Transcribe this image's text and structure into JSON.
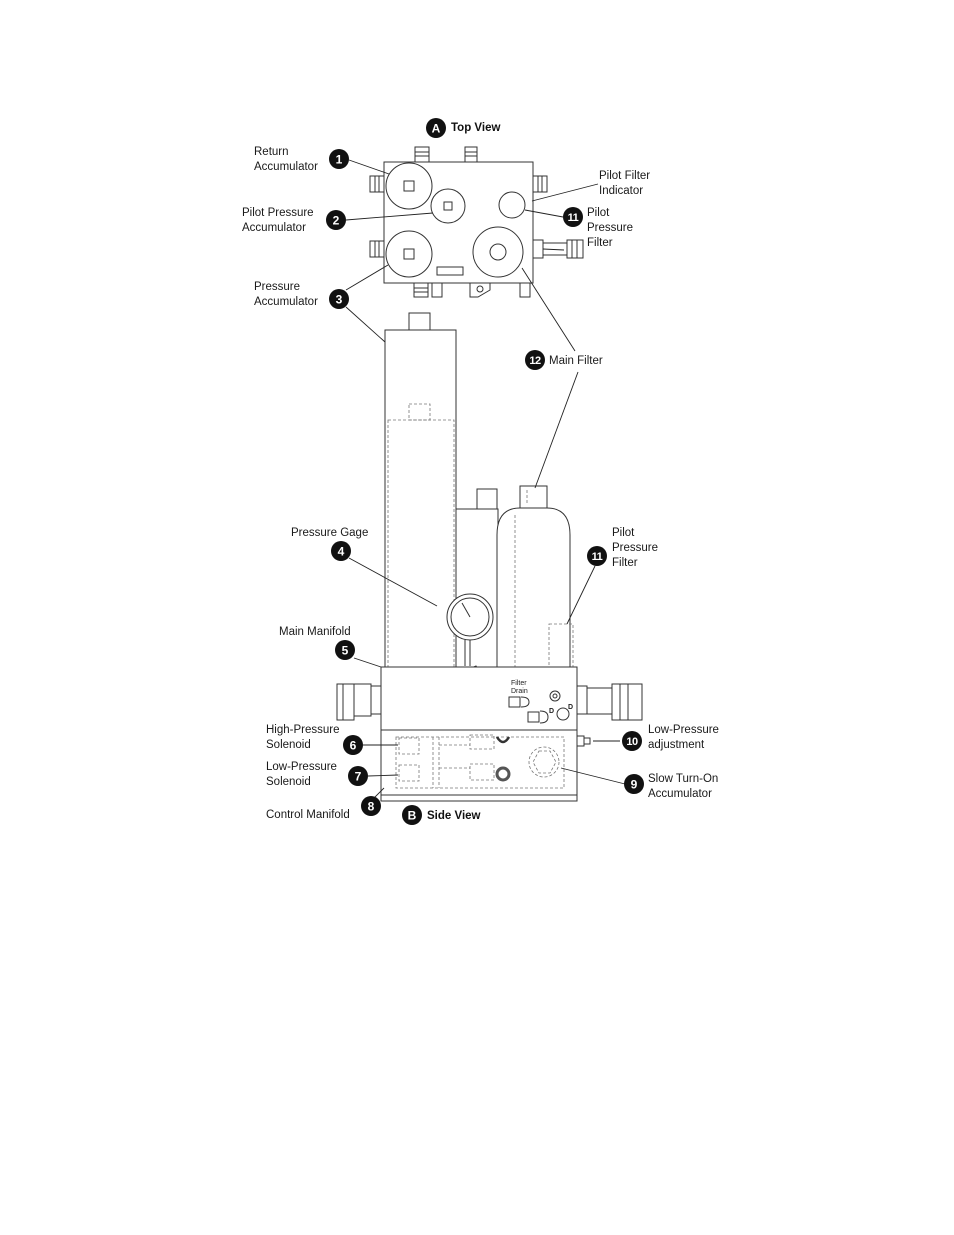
{
  "views": {
    "top": {
      "letter": "A",
      "title": "Top View"
    },
    "side": {
      "letter": "B",
      "title": "Side View"
    }
  },
  "callouts": [
    {
      "number": "1",
      "lines": [
        "Return",
        "Accumulator"
      ]
    },
    {
      "number": "2",
      "lines": [
        "Pilot Pressure",
        "Accumulator"
      ]
    },
    {
      "number": "3",
      "lines": [
        "Pressure",
        "Accumulator"
      ]
    },
    {
      "number": "4",
      "lines": [
        "Pressure Gage"
      ]
    },
    {
      "number": "5",
      "lines": [
        "Main Manifold"
      ]
    },
    {
      "number": "6",
      "lines": [
        "High-Pressure",
        "Solenoid"
      ]
    },
    {
      "number": "7",
      "lines": [
        "Low-Pressure",
        "Solenoid"
      ]
    },
    {
      "number": "8",
      "lines": [
        "Control Manifold"
      ]
    },
    {
      "number": "9",
      "lines": [
        "Slow Turn-On",
        "Accumulator"
      ]
    },
    {
      "number": "10",
      "lines": [
        "Low-Pressure",
        "adjustment"
      ]
    },
    {
      "number": "11",
      "lines": [
        "Pilot",
        "Pressure",
        "Filter"
      ]
    },
    {
      "number": "12",
      "lines": [
        "Main Filter"
      ]
    }
  ],
  "extra_labels": {
    "pilot_filter_indicator": [
      "Pilot Filter",
      "Indicator"
    ],
    "filter_drain": [
      "Filter",
      "Drain"
    ],
    "drain_marks": [
      "D",
      "D"
    ]
  },
  "colors": {
    "ink": "#222222",
    "badge": "#111111",
    "background": "#ffffff"
  }
}
